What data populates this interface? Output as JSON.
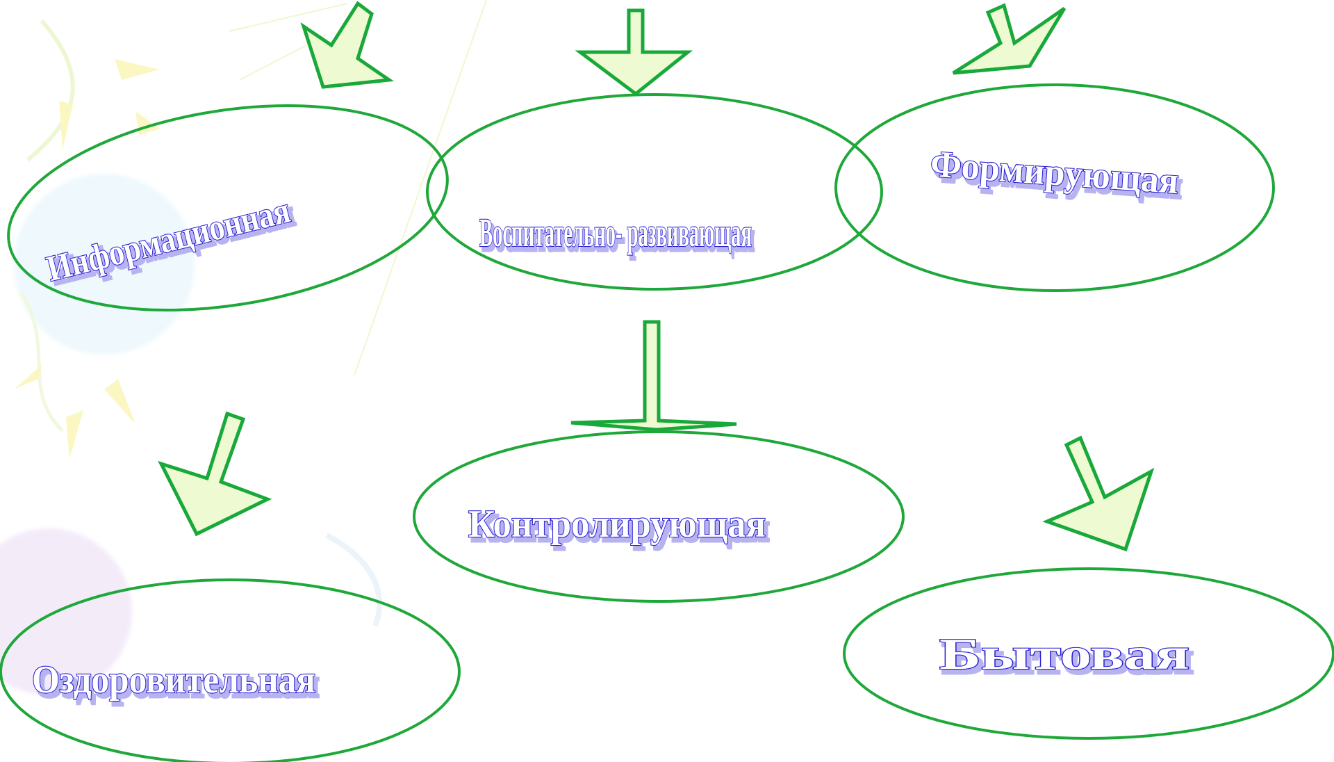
{
  "colors": {
    "background": "#ffffff",
    "oval_stroke": "#1fa83a",
    "arrow_fill": "#eefad2",
    "arrow_stroke": "#19a83a",
    "text_outline": "#2a1fd0",
    "text_shadow": "#b7b3f0"
  },
  "nodes": {
    "informational": "Информационная",
    "educational": "Воспитательно- развивающая",
    "forming": "Формирующая",
    "controlling": "Контролирующая",
    "health": "Оздоровительная",
    "household": "Бытовая"
  }
}
